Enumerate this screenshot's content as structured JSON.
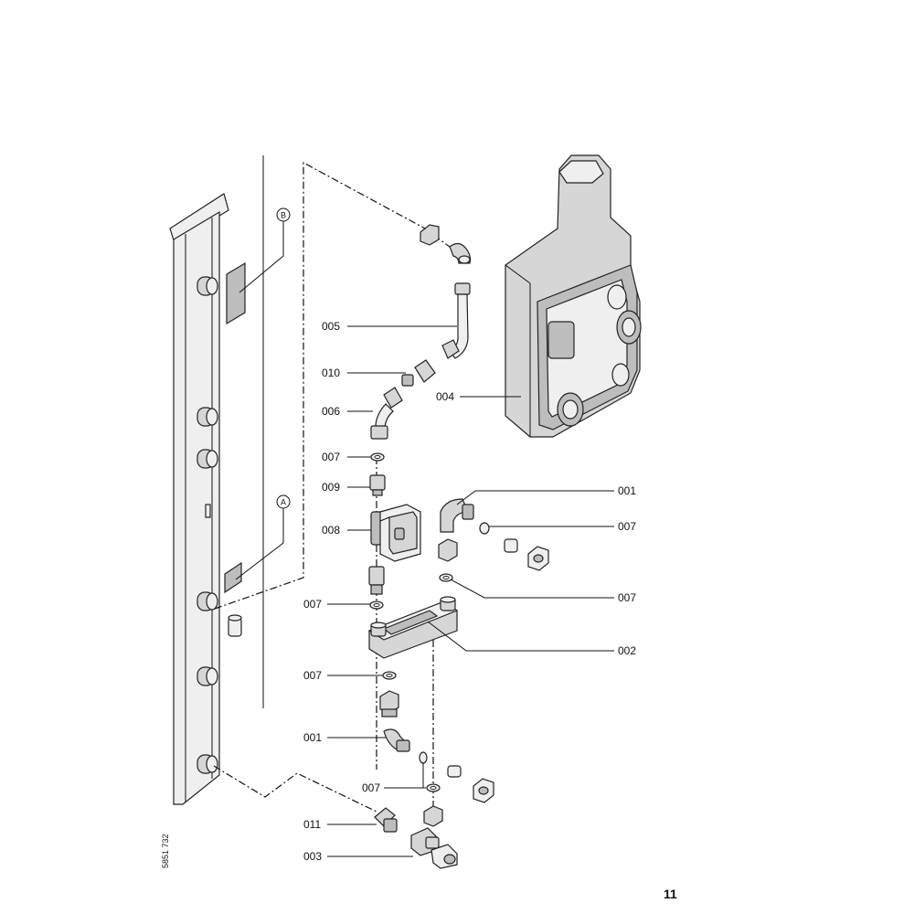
{
  "labels": {
    "l005": "005",
    "l010": "010",
    "l006": "006",
    "l007a": "007",
    "l009": "009",
    "l008": "008",
    "l007b": "007",
    "l007c": "007",
    "l001a": "001",
    "l011": "011",
    "l003": "003",
    "l004": "004",
    "l001b": "001",
    "l007d": "007",
    "l007e": "007",
    "l002": "002",
    "l007f": "007"
  },
  "markers": {
    "a": "A",
    "b": "B"
  },
  "drawing_number": "5851 732",
  "page_number": "11"
}
